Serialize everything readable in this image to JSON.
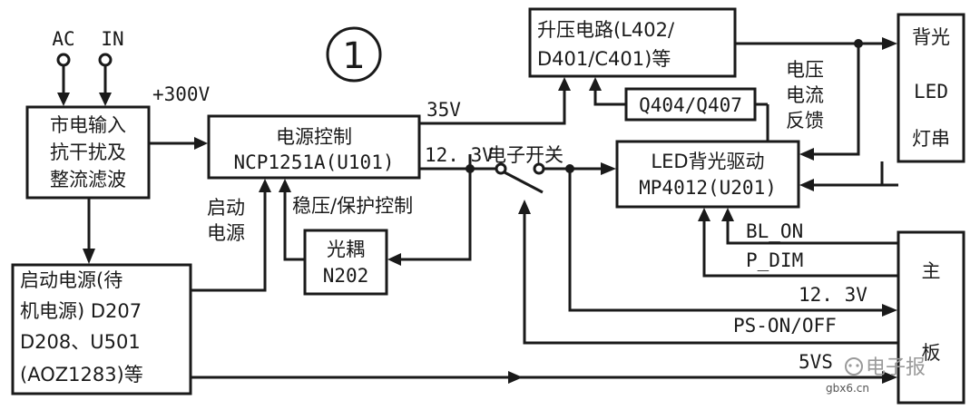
{
  "figure_number": "1",
  "input_terminals": {
    "ac": "AC",
    "in": "IN"
  },
  "rail_300v": "+300V",
  "blocks": {
    "mains_filter": [
      "市电输入",
      "抗干扰及",
      "整流滤波"
    ],
    "power_control": [
      "电源控制",
      "NCP1251A(U101)"
    ],
    "standby_power": [
      "启动电源(待",
      "机电源) D207",
      "D208、U501",
      "(AOZ1283)等"
    ],
    "optocoupler": [
      "光耦",
      "N202"
    ],
    "boost_circuit": [
      "升压电路(L402/",
      "D401/C401)等"
    ],
    "q404_q407": "Q404/Q407",
    "led_driver": [
      "LED背光驱动",
      "MP4012(U201)"
    ],
    "led_string": [
      "背光",
      "LED",
      "灯串"
    ],
    "main_board": [
      "主",
      "板"
    ]
  },
  "labels": {
    "startup_power": [
      "启动",
      "电源"
    ],
    "regulation_protection": "稳压/保护控制",
    "rail_35v": "35V",
    "rail_12v3": "12. 3V",
    "electronic_switch": "电子开关",
    "voltage_current_feedback": [
      "电压",
      "电流",
      "反馈"
    ],
    "bl_on": "BL_ON",
    "p_dim": "P_DIM",
    "main_12v3": "12. 3V",
    "ps_on_off": "PS-ON/OFF",
    "vs_5": "5VS"
  },
  "watermark": {
    "brand": "电子报",
    "site": "gbx6.cn"
  }
}
